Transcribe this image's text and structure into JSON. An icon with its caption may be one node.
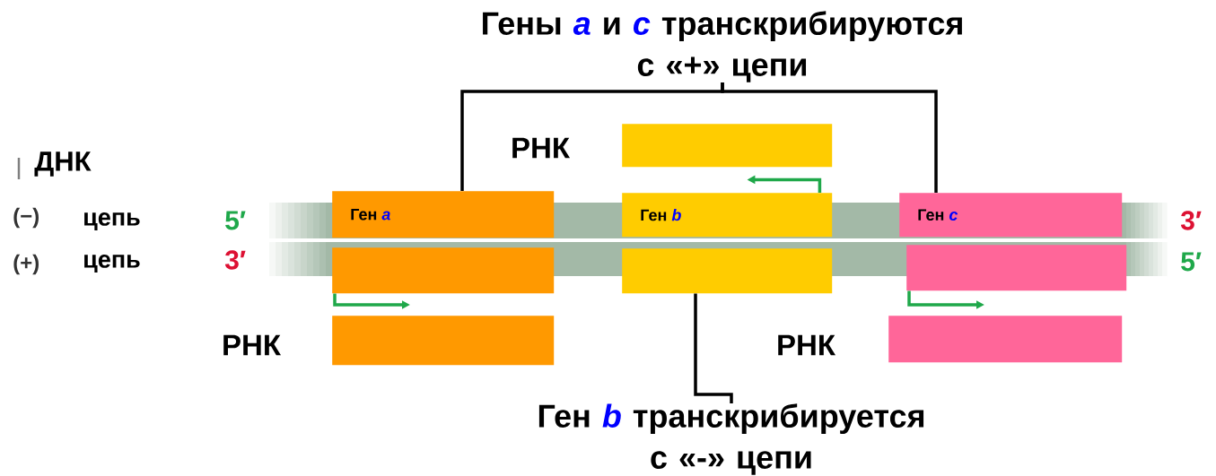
{
  "diagram": {
    "nodes": [
      {
        "text": [
          "Гены *a* и *c* транскрибируются с «+» цепи"
        ]
      },
      {
        "text": [],
        "shape": "box"
      },
      {
        "text": [
          "Ген *a*"
        ]
      },
      {
        "text": [
          "Ген *b*"
        ]
      },
      {
        "text": [
          "Ген *c*"
        ]
      },
      {
        "text": [],
        "shape": "box"
      },
      {
        "text": [],
        "shape": "box"
      },
      {
        "text": [],
        "shape": "box"
      },
      {
        "text": [],
        "shape": "box"
      },
      {
        "text": [],
        "shape": "box"
      },
      {
        "text": [
          "Ген *b* транскрибируется с «-» цепи"
        ]
      }
    ],
    "edges": [
      {
        "from": 0,
        "to": 2,
        "arrow": "none"
      },
      {
        "from": 0,
        "to": 4,
        "arrow": "none"
      },
      {
        "from": 10,
        "to": 6,
        "arrow": "none"
      },
      {
        "from": 5,
        "to": 8,
        "arrow": "to",
        "color": "#1fa84a"
      },
      {
        "from": 3,
        "to": 1,
        "arrow": "to",
        "color": "#1fa84a"
      },
      {
        "from": 7,
        "to": 9,
        "arrow": "to",
        "color": "#1fa84a"
      }
    ],
    "labels": [
      "РНК",
      "ДНК",
      "(−)",
      "цепь",
      "5′",
      "3′",
      "(+)",
      "цепь",
      "3′",
      "5′",
      "РНК",
      "РНК"
    ]
  }
}
